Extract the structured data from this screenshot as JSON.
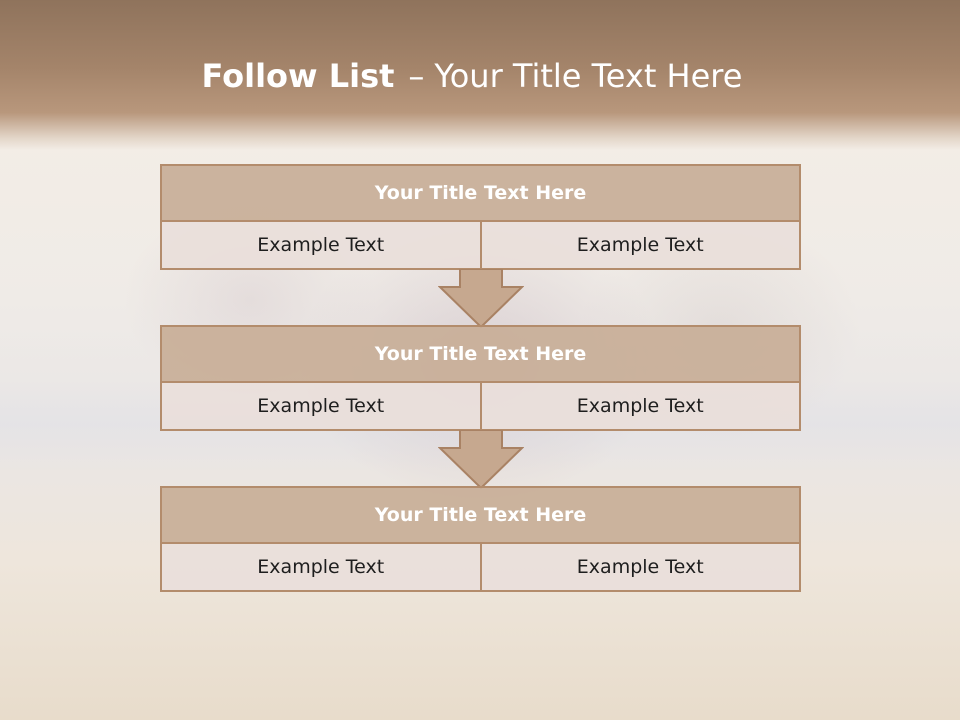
{
  "slide": {
    "title_bold": "Follow List",
    "title_dash": "–",
    "title_rest": "Your Title Text Here"
  },
  "blocks": [
    {
      "title": "Your Title Text Here",
      "left": "Example Text",
      "right": "Example Text"
    },
    {
      "title": "Your Title Text Here",
      "left": "Example Text",
      "right": "Example Text"
    },
    {
      "title": "Your Title Text Here",
      "left": "Example Text",
      "right": "Example Text"
    }
  ],
  "colors": {
    "header_brown": "#8f735c",
    "box_border": "#b38c6c",
    "title_fill": "#c8ae98",
    "cell_fill": "#eadfda",
    "arrow_fill": "#c6a88f"
  },
  "icons": [
    "down-arrow-icon"
  ]
}
